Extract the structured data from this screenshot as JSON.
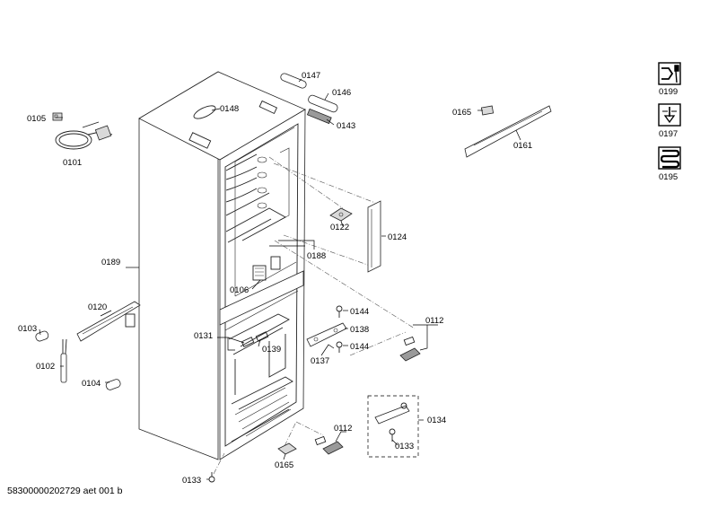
{
  "labels": {
    "p0105": "0105",
    "p0101": "0101",
    "p0148": "0148",
    "p0147": "0147",
    "p0146": "0146",
    "p0143": "0143",
    "p0165a": "0165",
    "p0161": "0161",
    "p0199": "0199",
    "p0197": "0197",
    "p0195": "0195",
    "p0122": "0122",
    "p0124": "0124",
    "p0188": "0188",
    "p0189": "0189",
    "p0106": "0106",
    "p0120": "0120",
    "p0103": "0103",
    "p0102": "0102",
    "p0104": "0104",
    "p0131": "0131",
    "p0139": "0139",
    "p0144a": "0144",
    "p0138": "0138",
    "p0144b": "0144",
    "p0137": "0137",
    "p0112a": "0112",
    "p0112b": "0112",
    "p0134": "0134",
    "p0133a": "0133",
    "p0133b": "0133",
    "p0165b": "0165"
  },
  "footer": {
    "doc_id": "58300000202729 aet 001 b"
  },
  "icons": {
    "service": "wrench-plug-icon",
    "repair": "tool-down-icon",
    "heater": "heating-coil-icon"
  }
}
